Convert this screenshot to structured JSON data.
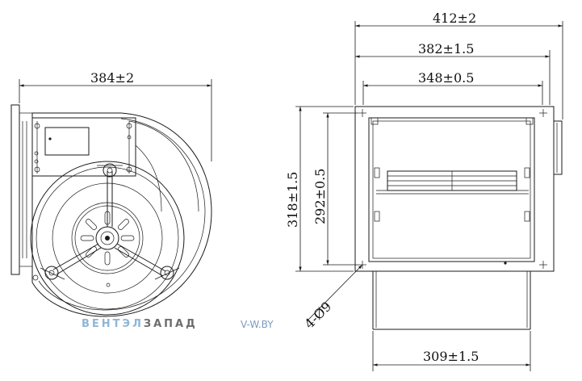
{
  "dimensions": {
    "left_width": "384±2",
    "overall_width": "412±2",
    "flange_width": "382±1.5",
    "inlet_width": "348±0.5",
    "overall_height": "318±1.5",
    "hole_spacing": "292±0.5",
    "outlet_width": "309±1.5",
    "mounting_holes": "4-Ø9"
  },
  "watermark": {
    "brand_part1": "ВЕНТЭЛ",
    "brand_part2": "ЗАПАД",
    "site": "V-W.BY"
  }
}
